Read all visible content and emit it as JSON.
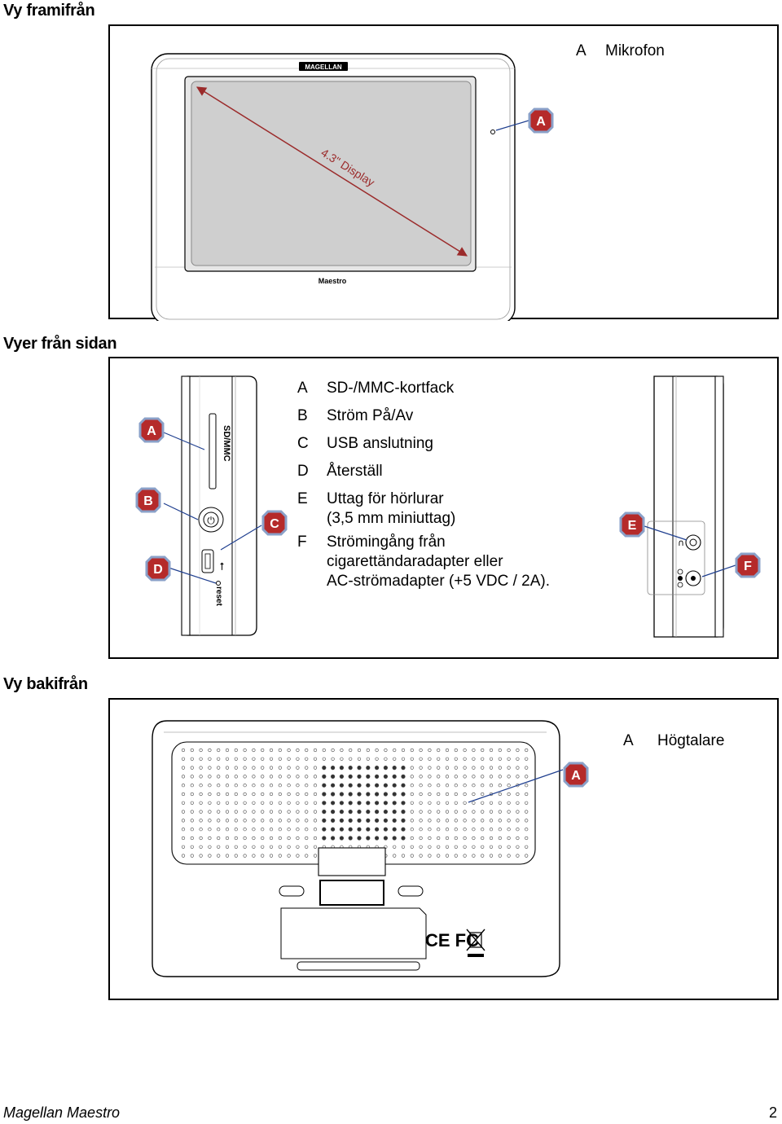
{
  "sections": {
    "front": {
      "heading": "Vy framifrån",
      "legend": [
        {
          "key": "A",
          "text": "Mikrofon"
        }
      ],
      "display_label": "4.3\" Display",
      "brand_top": "MAGELLAN",
      "brand_bottom": "Maestro",
      "badge": "A"
    },
    "sides": {
      "heading": "Vyer från sidan",
      "legend": [
        {
          "key": "A",
          "lines": [
            "SD-/MMC-kortfack"
          ]
        },
        {
          "key": "B",
          "lines": [
            "Ström På/Av"
          ]
        },
        {
          "key": "C",
          "lines": [
            "USB anslutning"
          ]
        },
        {
          "key": "D",
          "lines": [
            "Återställ"
          ]
        },
        {
          "key": "E",
          "lines": [
            "Uttag för hörlurar",
            "(3,5 mm miniuttag)"
          ]
        },
        {
          "key": "F",
          "lines": [
            "Strömingång från",
            "cigarettändaradapter eller",
            "AC-strömadapter (+5 VDC / 2A)."
          ]
        }
      ],
      "sd_label": "SD/MMC",
      "reset_label": "reset",
      "badges": [
        "A",
        "B",
        "C",
        "D",
        "E",
        "F"
      ]
    },
    "back": {
      "heading": "Vy bakifrån",
      "legend": [
        {
          "key": "A",
          "text": "Högtalare"
        }
      ],
      "cert_marks": "CE FC",
      "badge": "A"
    }
  },
  "footer": {
    "left": "Magellan Maestro",
    "right": "2"
  },
  "colors": {
    "badge_fill": "#b52a2a",
    "badge_ring": "#8aa0c8",
    "callout_line": "#1f3f8f",
    "display_arrow": "#9b2b2b"
  }
}
